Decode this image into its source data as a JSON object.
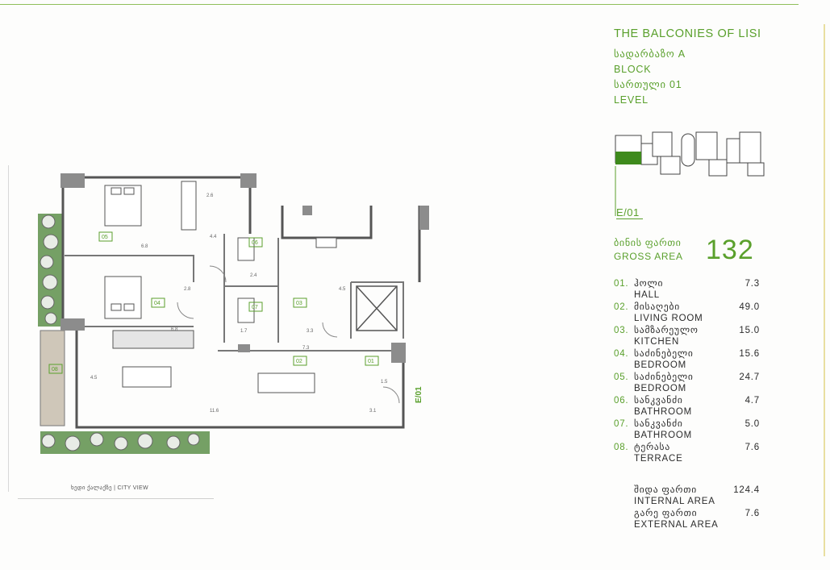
{
  "project": {
    "title": "THE BALCONIES OF LISI",
    "block_ka": "სადარბაზო A",
    "block_en": "BLOCK",
    "level_ka": "სართული 01",
    "level_en": "LEVEL"
  },
  "keyplan": {
    "unit_label": "E/01"
  },
  "gross_area": {
    "label_ka": "ბინის ფართი",
    "label_en": "GROSS AREA",
    "value": "132"
  },
  "rooms": [
    {
      "no": "01.",
      "name_ka": "ჰოლი",
      "name_en": "HALL",
      "area": "7.3"
    },
    {
      "no": "02.",
      "name_ka": "მისაღები",
      "name_en": "LIVING ROOM",
      "area": "49.0"
    },
    {
      "no": "03.",
      "name_ka": "სამზარეულო",
      "name_en": "KITCHEN",
      "area": "15.0"
    },
    {
      "no": "04.",
      "name_ka": "საძინებელი",
      "name_en": "BEDROOM",
      "area": "15.6"
    },
    {
      "no": "05.",
      "name_ka": "საძინებელი",
      "name_en": "BEDROOM",
      "area": "24.7"
    },
    {
      "no": "06.",
      "name_ka": "სანკვანძი",
      "name_en": "BATHROOM",
      "area": "4.7"
    },
    {
      "no": "07.",
      "name_ka": "სანკვანძი",
      "name_en": "BATHROOM",
      "area": "5.0"
    },
    {
      "no": "08.",
      "name_ka": "ტერასა",
      "name_en": "TERRACE",
      "area": "7.6"
    }
  ],
  "totals": [
    {
      "name_ka": "შიდა ფართი",
      "name_en": "INTERNAL AREA",
      "value": "124.4"
    },
    {
      "name_ka": "გარე ფართი",
      "name_en": "EXTERNAL AREA",
      "value": "7.6"
    }
  ],
  "plan": {
    "room_tags": [
      "01",
      "02",
      "03",
      "04",
      "05",
      "06",
      "07",
      "08"
    ],
    "dimensions": [
      "2.6",
      "6.8",
      "4.4",
      "2.8",
      "1.7",
      "2.4",
      "4.5",
      "7.3",
      "4.5",
      "11.6",
      "1.5",
      "3.3",
      "3.1",
      "6.8"
    ],
    "entry_label": "E/01",
    "city_view": "ხედი ქალაქზე | CITY VIEW"
  },
  "colors": {
    "accent": "#5aa02c",
    "text": "#2b2b2b",
    "wall": "#7a7a7a"
  }
}
